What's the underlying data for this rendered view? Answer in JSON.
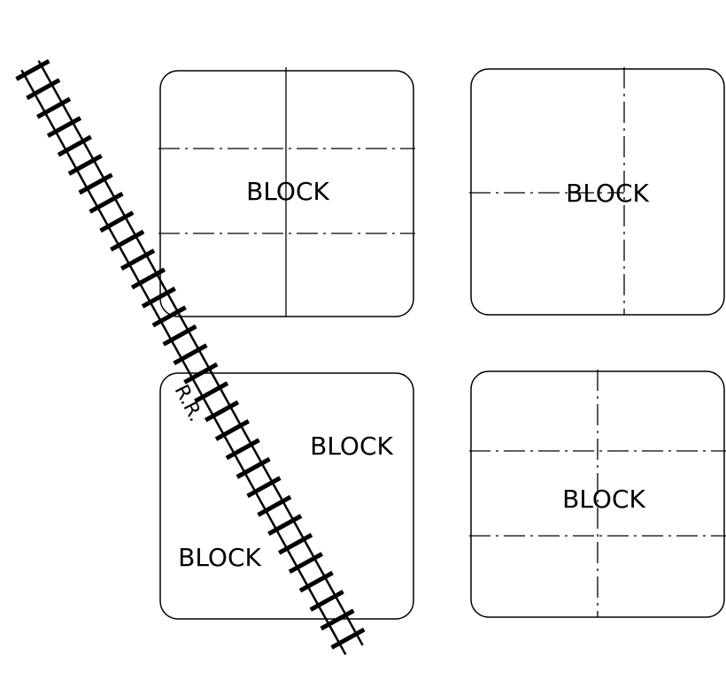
{
  "blocks": {
    "top_left": {
      "label": "BLOCK"
    },
    "top_right": {
      "label": "BLOCK"
    },
    "bottom_left": {
      "label_upper": "BLOCK",
      "label_lower": "BLOCK"
    },
    "bottom_right": {
      "label": "BLOCK"
    }
  },
  "railroad": {
    "label": "R.R."
  }
}
